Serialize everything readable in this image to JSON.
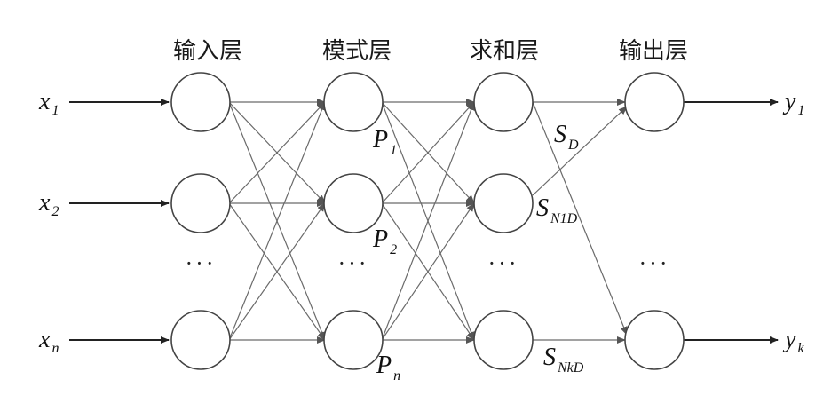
{
  "layers": [
    {
      "title": "输入层"
    },
    {
      "title": "模式层"
    },
    {
      "title": "求和层"
    },
    {
      "title": "输出层"
    }
  ],
  "inputs": [
    {
      "base": "x",
      "sub": "1"
    },
    {
      "base": "x",
      "sub": "2"
    },
    {
      "base": "x",
      "sub": "n"
    }
  ],
  "outputs": [
    {
      "base": "y",
      "sub": "1"
    },
    {
      "base": "y",
      "sub": "k"
    }
  ],
  "pattern_labels": [
    {
      "base": "P",
      "sub": "1"
    },
    {
      "base": "P",
      "sub": "2"
    },
    {
      "base": "P",
      "sub": "n"
    }
  ],
  "summation_labels": [
    {
      "base": "S",
      "sub": "D"
    },
    {
      "base": "S",
      "sub": "N1D"
    },
    {
      "base": "S",
      "sub": "NkD"
    }
  ],
  "ellipsis": "···"
}
